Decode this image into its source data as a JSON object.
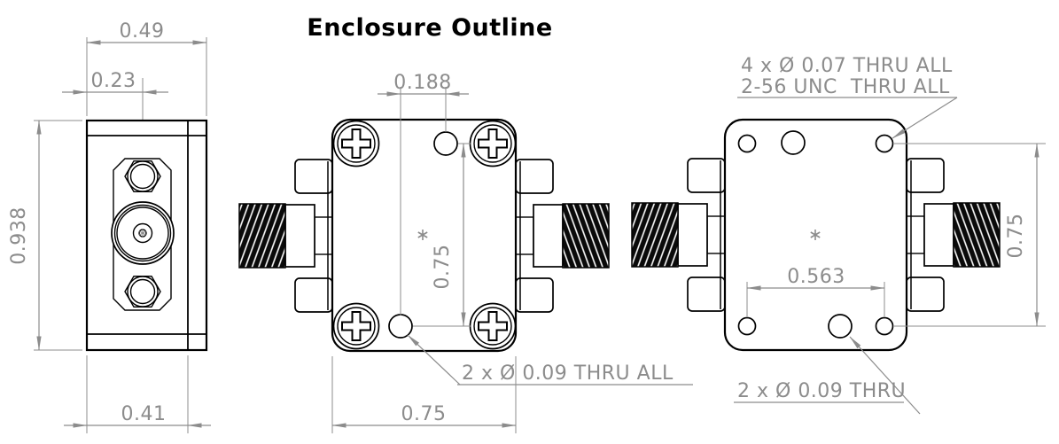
{
  "title": "Enclosure Outline",
  "colors": {
    "line": "#000000",
    "dimension": "#8c8c8c",
    "background": "#ffffff"
  },
  "end_view": {
    "dim_top_width": "0.49",
    "dim_connector_offset": "0.23",
    "dim_height": "0.938",
    "dim_bottom_width": "0.41"
  },
  "front_view": {
    "dim_hole_offset": "0.188",
    "dim_hole_spacing_vertical": "0.75",
    "dim_width": "0.75",
    "callout_thru_holes": "2 x Ø 0.09 THRU ALL"
  },
  "back_view": {
    "callout_tapped_line1": "4 x Ø 0.07 THRU ALL",
    "callout_tapped_line2": "2-56 UNC  THRU ALL",
    "dim_hole_spacing_horizontal": "0.563",
    "dim_hole_spacing_vertical": "0.75",
    "callout_thru_holes": "2 x Ø 0.09 THRU"
  }
}
